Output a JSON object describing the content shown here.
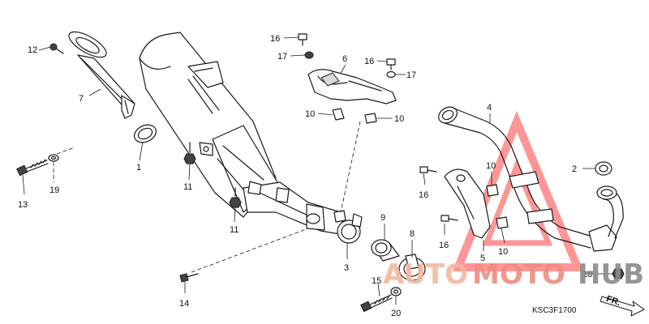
{
  "diagram_code": "KSC3F1700",
  "direction_label": "FR.",
  "watermark": {
    "part1": "AUTO",
    "part2": "MOTO",
    "part3": "HUB"
  },
  "callouts": [
    {
      "id": "c12",
      "label": "12"
    },
    {
      "id": "c7",
      "label": "7"
    },
    {
      "id": "c1",
      "label": "1"
    },
    {
      "id": "c13",
      "label": "13"
    },
    {
      "id": "c19",
      "label": "19"
    },
    {
      "id": "c11a",
      "label": "11"
    },
    {
      "id": "c11b",
      "label": "11"
    },
    {
      "id": "c14",
      "label": "14"
    },
    {
      "id": "c16a",
      "label": "16"
    },
    {
      "id": "c17a",
      "label": "17"
    },
    {
      "id": "c6",
      "label": "6"
    },
    {
      "id": "c16b",
      "label": "16"
    },
    {
      "id": "c17b",
      "label": "17"
    },
    {
      "id": "c10a",
      "label": "10"
    },
    {
      "id": "c10b",
      "label": "10"
    },
    {
      "id": "c4",
      "label": "4"
    },
    {
      "id": "c2",
      "label": "2"
    },
    {
      "id": "c10c",
      "label": "10"
    },
    {
      "id": "c16c",
      "label": "16"
    },
    {
      "id": "c9",
      "label": "9"
    },
    {
      "id": "c8",
      "label": "8"
    },
    {
      "id": "c16d",
      "label": "16"
    },
    {
      "id": "c5",
      "label": "5"
    },
    {
      "id": "c10d",
      "label": "10"
    },
    {
      "id": "c3",
      "label": "3"
    },
    {
      "id": "c15",
      "label": "15"
    },
    {
      "id": "c20",
      "label": "20"
    },
    {
      "id": "c18",
      "label": "18"
    }
  ]
}
